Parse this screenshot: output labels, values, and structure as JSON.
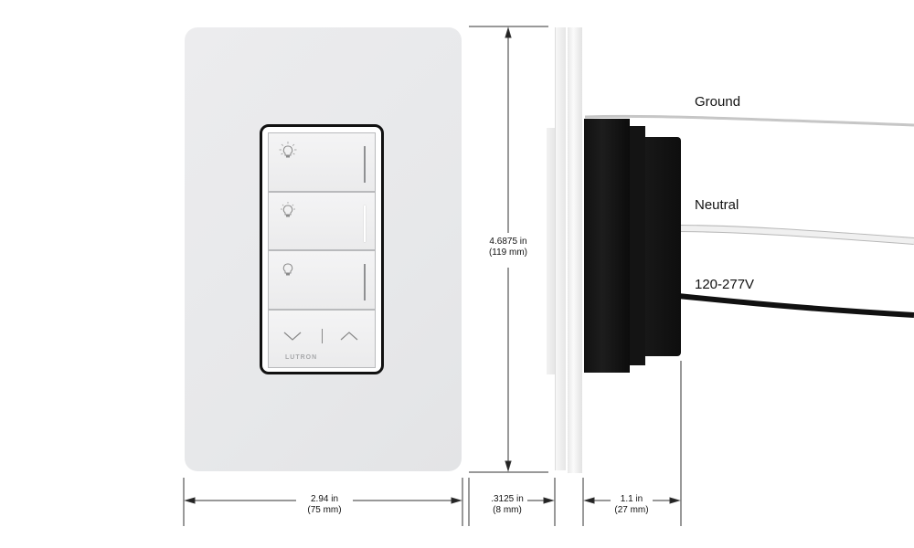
{
  "product": {
    "brand": "LUTRON",
    "buttons": [
      {
        "icon": "bulb-bright-icon",
        "indicator": "gray"
      },
      {
        "icon": "bulb-medium-icon",
        "indicator": "white"
      },
      {
        "icon": "bulb-off-icon",
        "indicator": "gray"
      },
      {
        "icon": "raise-lower-icon",
        "lower": "chevron-down-icon",
        "raise": "chevron-up-icon"
      }
    ]
  },
  "wires": {
    "ground": {
      "label": "Ground",
      "color": "#c9c9c9"
    },
    "neutral": {
      "label": "Neutral",
      "color": "#e6e6e6"
    },
    "line": {
      "label": "120-277V",
      "color": "#111111"
    }
  },
  "dimensions": {
    "width": {
      "imperial": "2.94 in",
      "metric": "(75 mm)"
    },
    "height": {
      "imperial": "4.6875 in",
      "metric": "(119 mm)"
    },
    "plate_depth": {
      "imperial": ".3125 in",
      "metric": "(8 mm)"
    },
    "body_depth": {
      "imperial": "1.1 in",
      "metric": "(27 mm)"
    }
  }
}
